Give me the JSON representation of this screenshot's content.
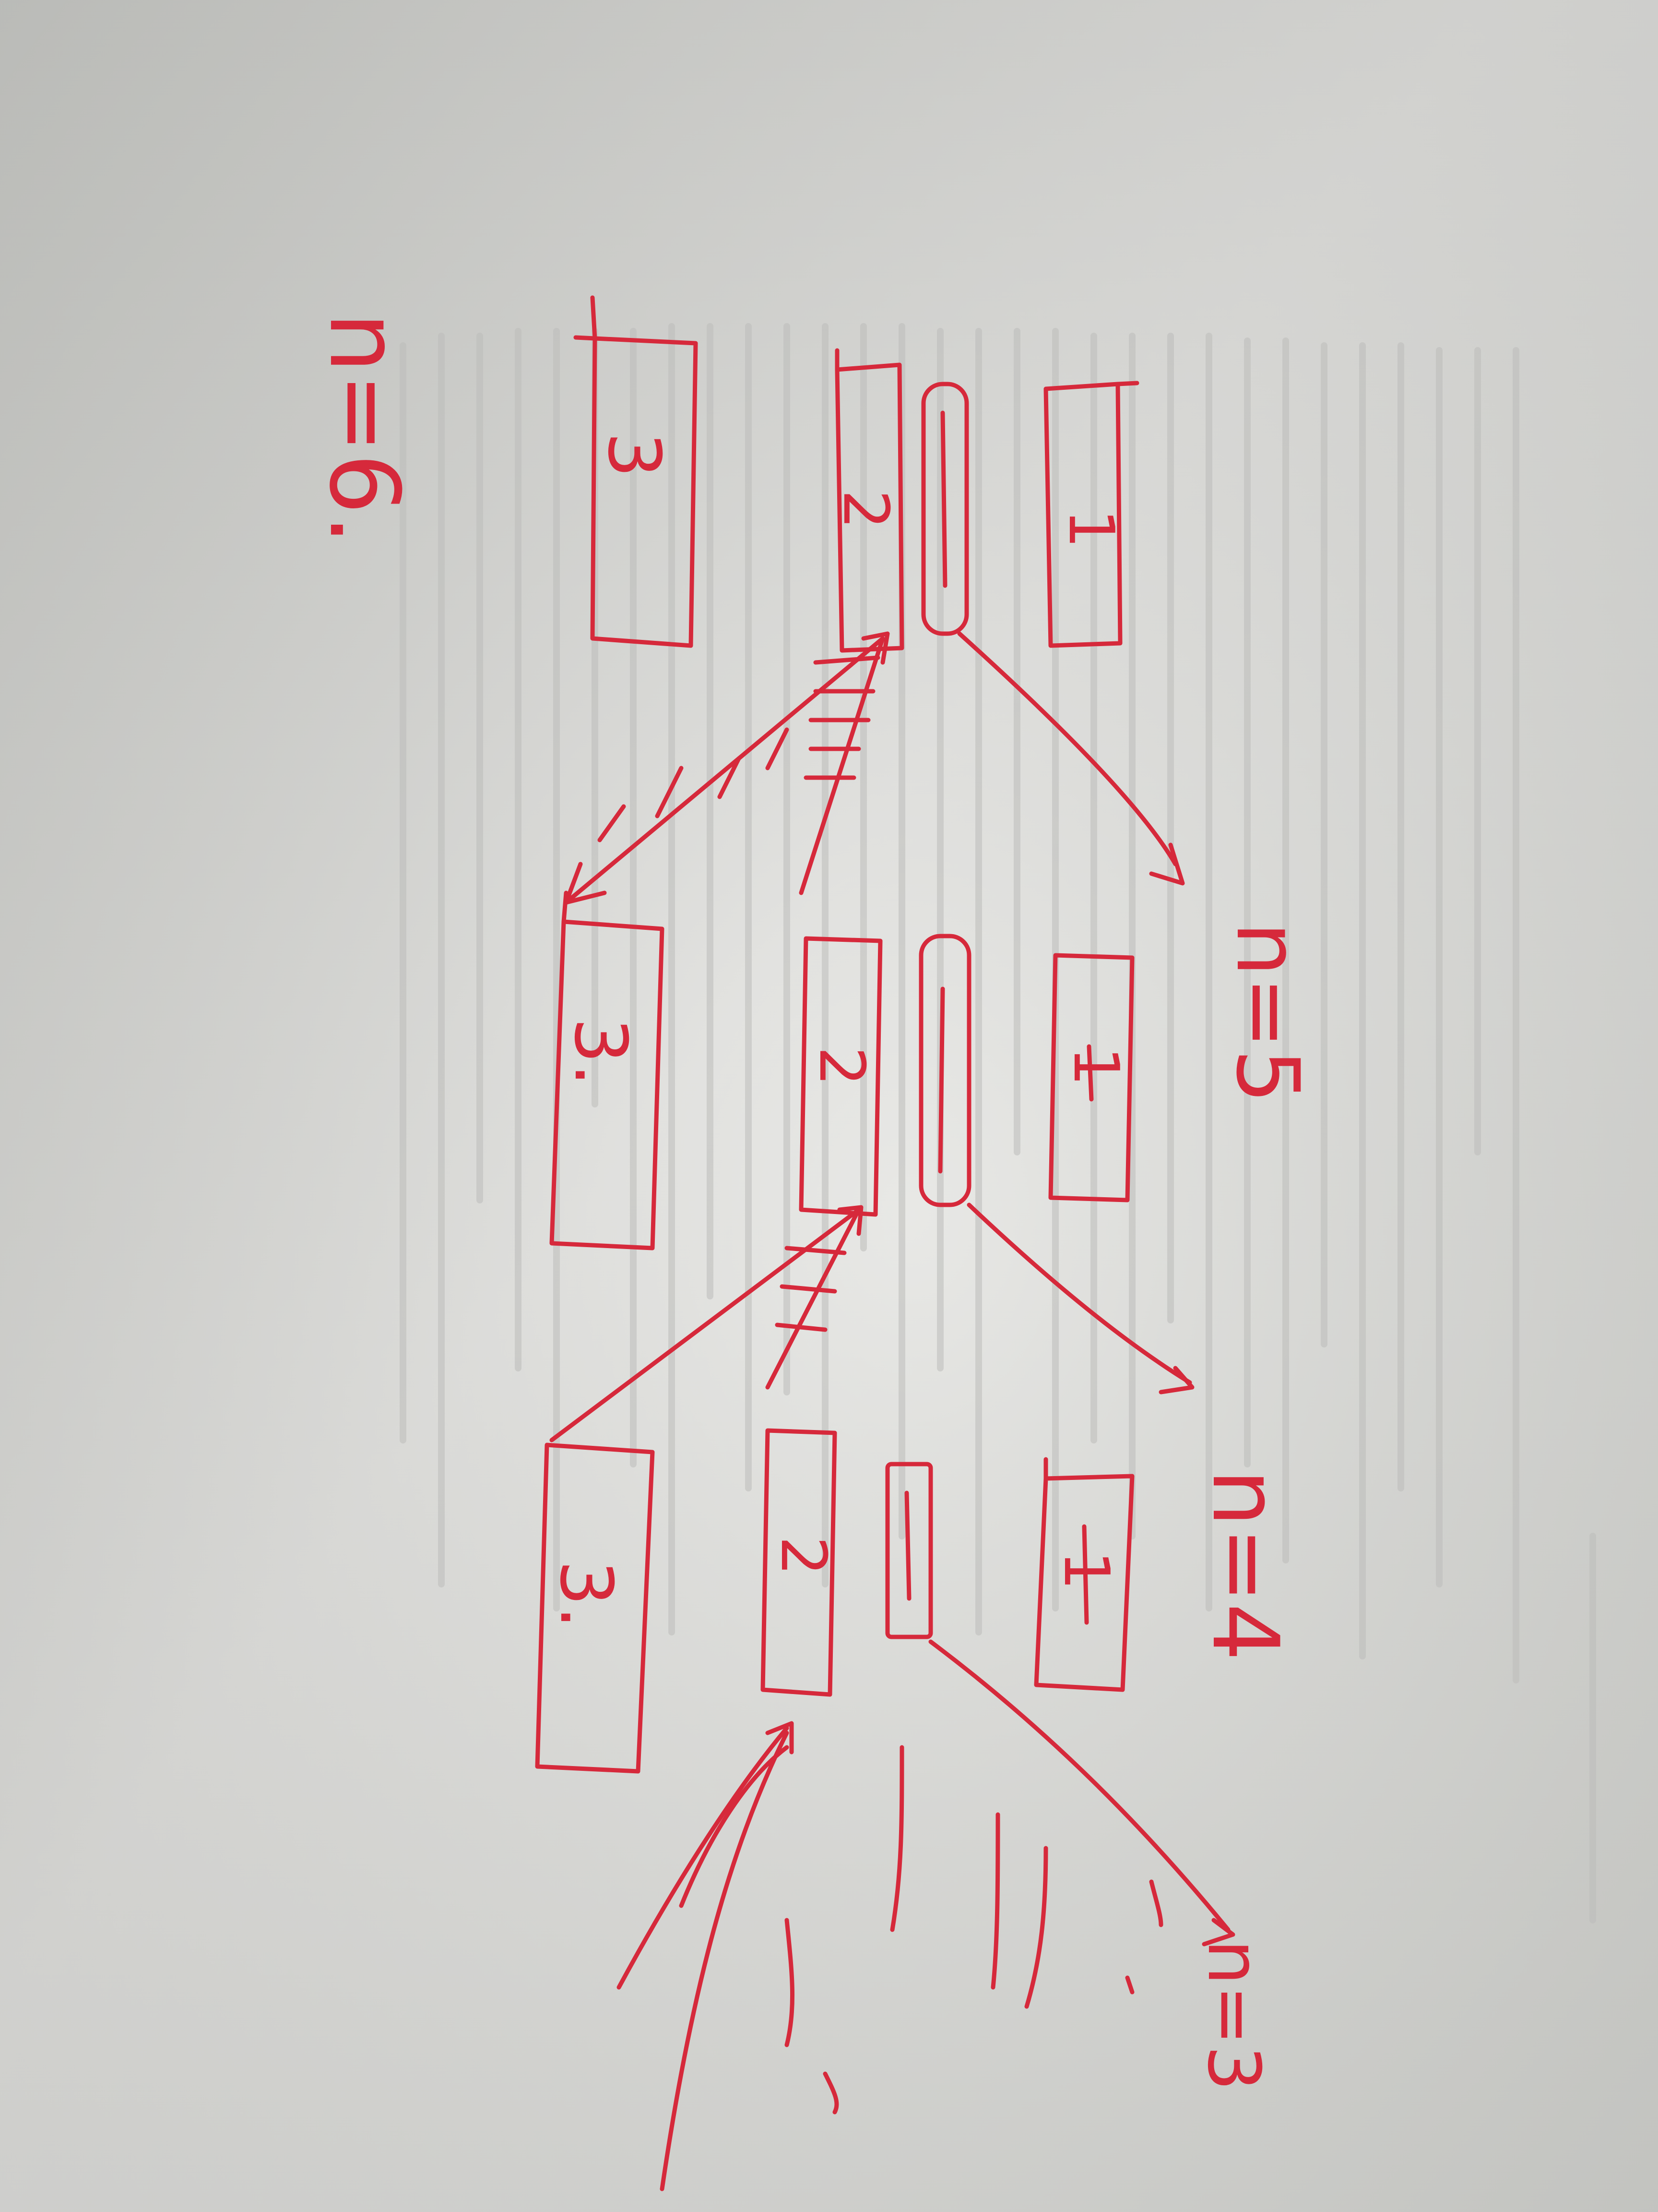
{
  "photo": {
    "subject": "paper-sheet-with-red-pen-drawing",
    "ink_color": "#d6293b",
    "paper_color": "#e6e6e3",
    "background_color": "#c9cac6",
    "faint_text_color": "#bdbdbb"
  },
  "labels": {
    "n6": "n=6.",
    "n5": "n=5",
    "n4": "n=4",
    "n3": "n=3"
  },
  "boxes": {
    "n6_box1": "1",
    "n6_box2": "2",
    "n6_box3": "3",
    "n5_box1": "1",
    "n5_box2": "2",
    "n5_box3": "3.",
    "n4_box1": "1",
    "n4_box2": "2",
    "n4_box3": "3."
  }
}
